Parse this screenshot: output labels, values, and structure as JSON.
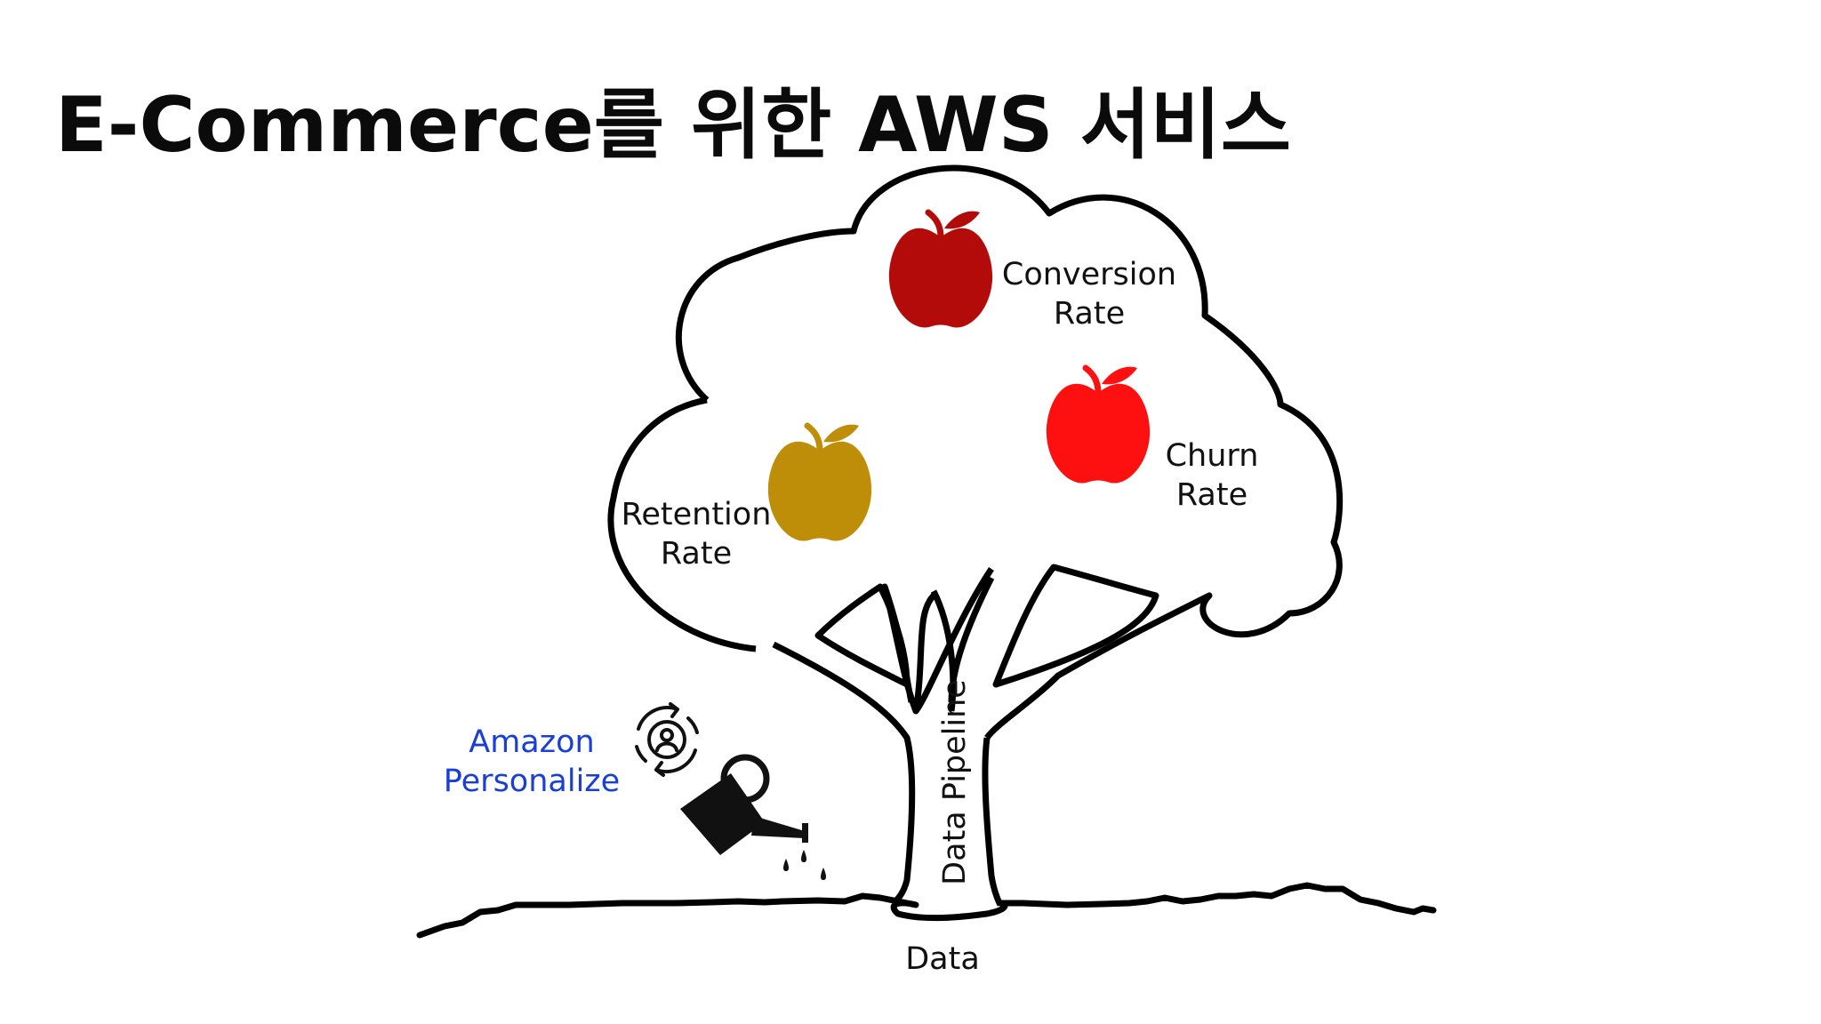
{
  "slide": {
    "title": "E-Commerce를 위한 AWS 서비스"
  },
  "diagram": {
    "fruits": [
      {
        "line1": "Conversion",
        "line2": "Rate",
        "color": "#b30a0a"
      },
      {
        "line1": "Churn",
        "line2": "Rate",
        "color": "#ff1010"
      },
      {
        "line1": "Retention",
        "line2": "Rate",
        "color": "#bf8e08"
      }
    ],
    "trunk_label": "Data Pipeline",
    "ground_label": "Data",
    "service": {
      "line1": "Amazon",
      "line2": "Personalize",
      "color": "#1a3fd6"
    }
  }
}
